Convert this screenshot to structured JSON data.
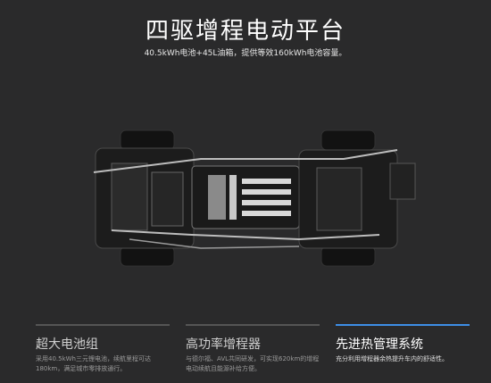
{
  "hero": {
    "title": "四驱增程电动平台",
    "subtitle": "40.5kWh电池+45L油箱，提供等效160kWh电池容量。"
  },
  "tabs": [
    {
      "label": "超大电池组",
      "description": "采用40.5kWh三元锂电池，续航里程可达180km，满足城市零排放通行。",
      "active": false
    },
    {
      "label": "高功率增程器",
      "description": "与德尔福、AVL共同研发，可实现620km的增程电动续航且能源补给方便。",
      "active": false
    },
    {
      "label": "先进热管理系统",
      "description": "充分利用增程器余热提升车内的舒适性。",
      "active": true
    }
  ],
  "colors": {
    "accent": "#3d8ee6",
    "background": "#2a2a2b"
  }
}
